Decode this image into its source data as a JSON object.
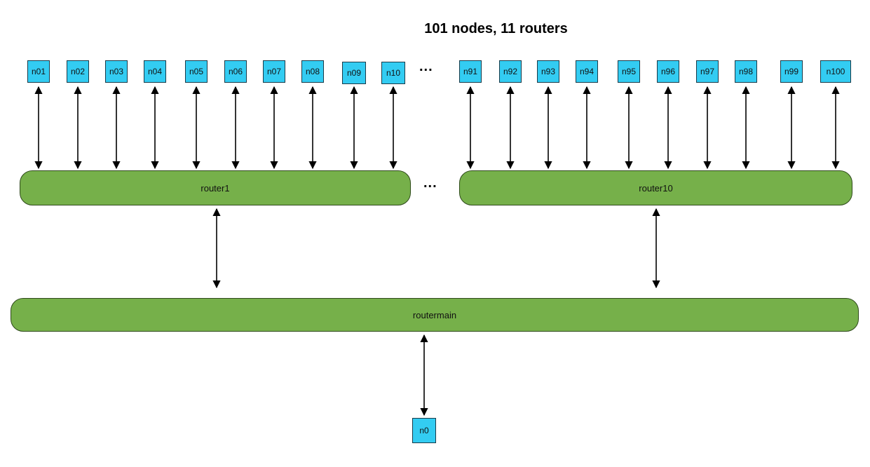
{
  "title": "101 nodes, 11 routers",
  "colors": {
    "node_fill": "#33ccf2",
    "router_fill": "#76b04a",
    "edge": "#000000"
  },
  "nodes_left": [
    "n01",
    "n02",
    "n03",
    "n04",
    "n05",
    "n06",
    "n07",
    "n08",
    "n09",
    "n10"
  ],
  "nodes_right": [
    "n91",
    "n92",
    "n93",
    "n94",
    "n95",
    "n96",
    "n97",
    "n98",
    "n99",
    "n100"
  ],
  "ellipsis": "...",
  "routers": {
    "left": "router1",
    "right": "router10",
    "main": "routermain"
  },
  "root_node": "n0"
}
